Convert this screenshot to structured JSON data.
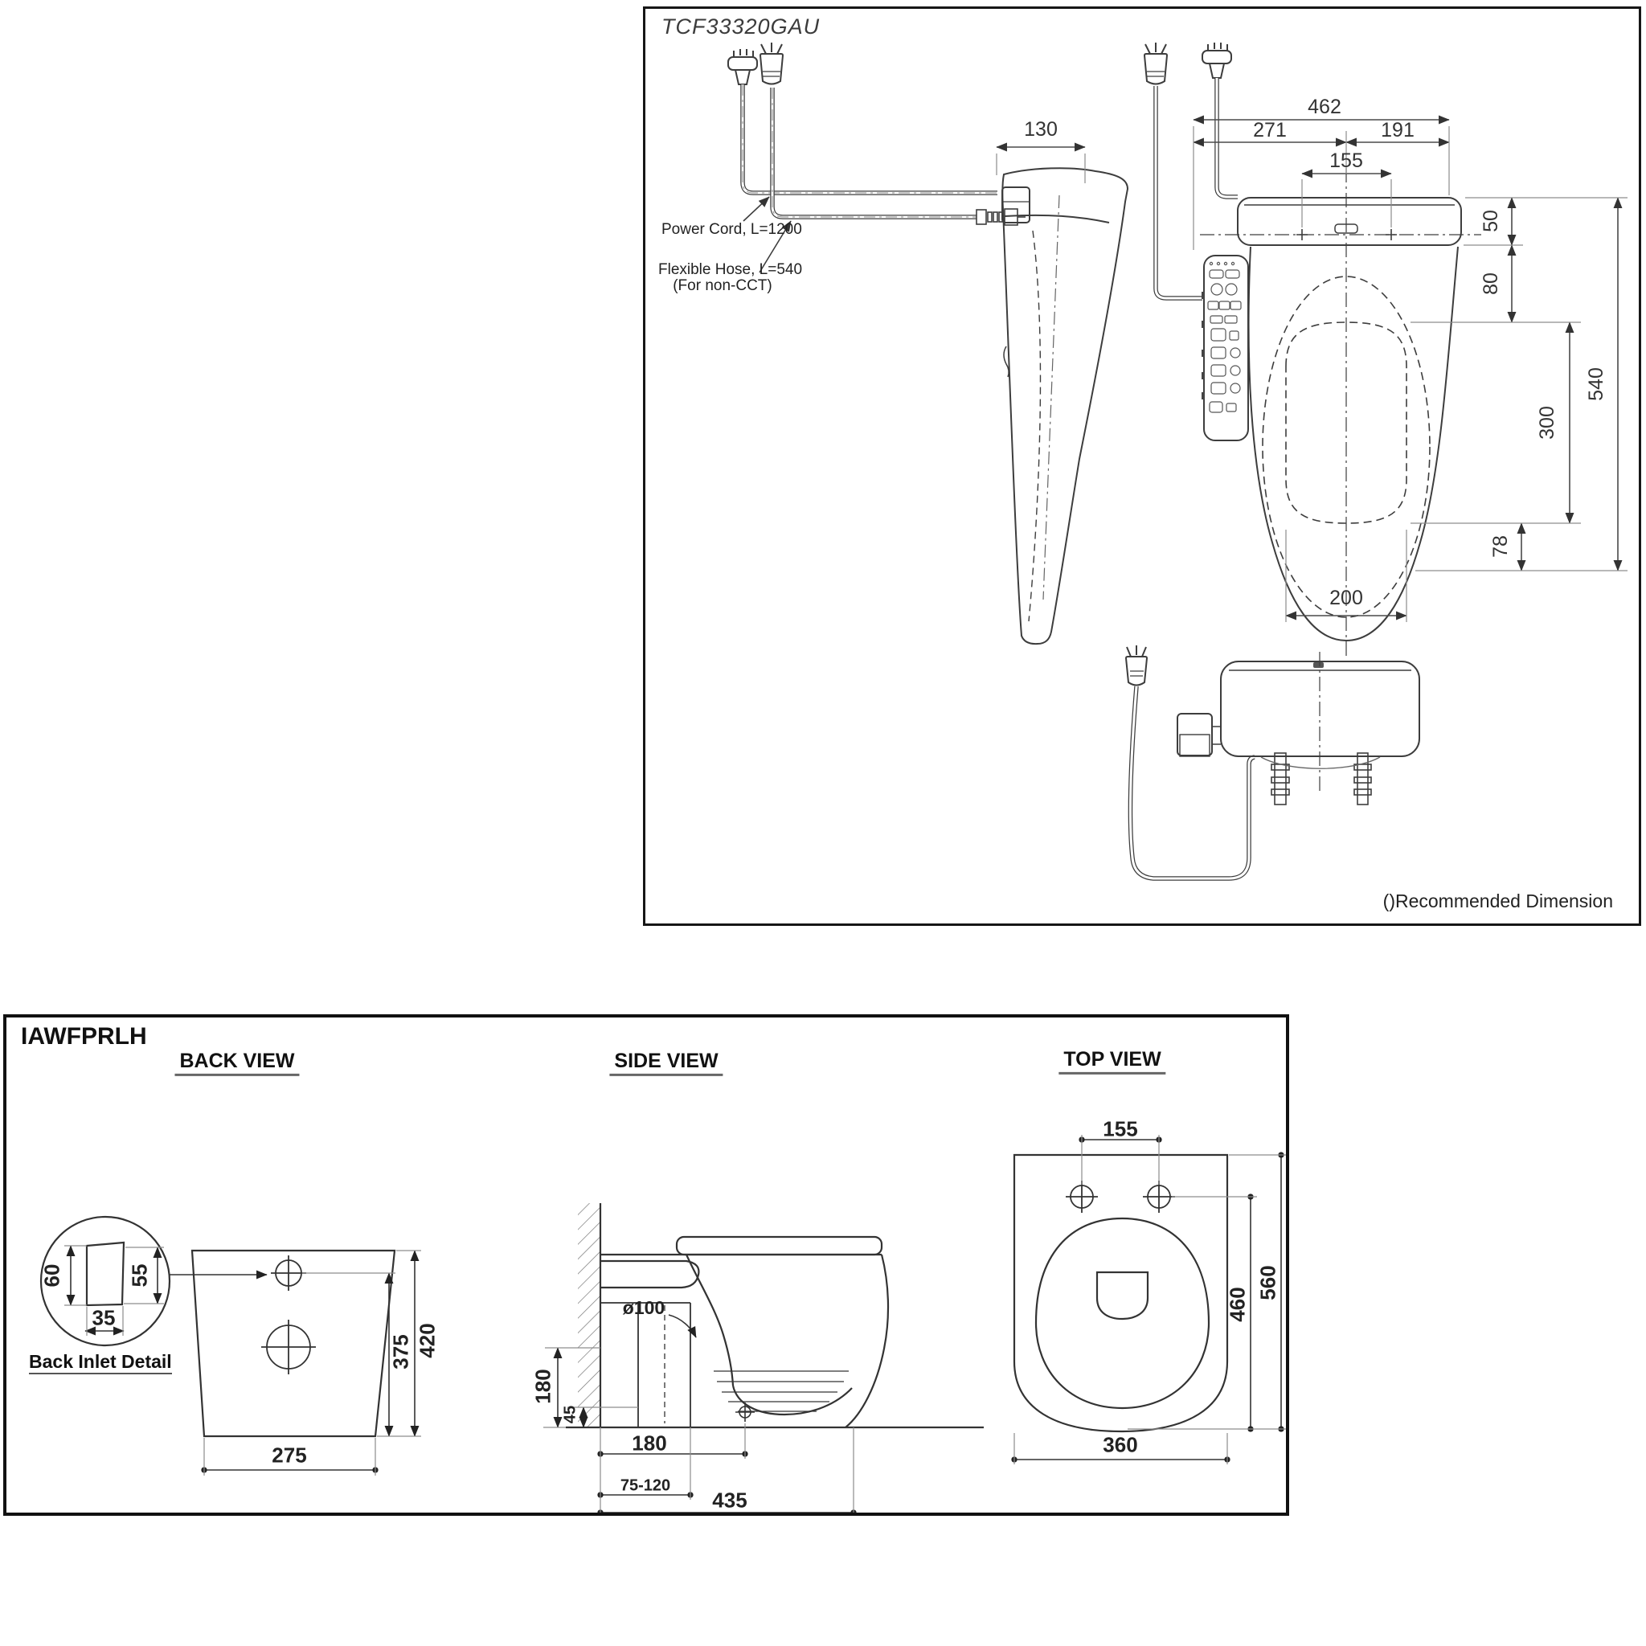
{
  "washlet_diagram": {
    "model": "TCF33320GAU",
    "callouts": {
      "power_cord": "Power Cord, L=1200",
      "flexible_hose_line1": "Flexible Hose, L=540",
      "flexible_hose_line2": "(For non-CCT)"
    },
    "footnote": "()Recommended Dimension",
    "dims": {
      "side_depth": "130",
      "overall_width": "462",
      "left_span": "271",
      "right_span": "191",
      "bolt_pitch": "155",
      "lid_depth": "50",
      "hinge_gap": "80",
      "opening_length": "300",
      "overall_length": "540",
      "front_rim": "78",
      "opening_width": "200"
    }
  },
  "pan_diagram": {
    "model": "IAWFPRLH",
    "headers": {
      "back_view": "BACK VIEW",
      "side_view": "SIDE VIEW",
      "top_view": "TOP VIEW"
    },
    "back_inlet_label": "Back Inlet Detail",
    "back_dims": {
      "inlet_outer_height": "60",
      "inlet_inner_height": "55",
      "inlet_width": "35",
      "base_width": "275",
      "inlet_height": "375",
      "overall_height": "420"
    },
    "side_dims": {
      "outlet_diameter": "ø100",
      "inlet_height_wall": "180",
      "outlet_offset": "45",
      "drain_setout": "180",
      "adjustable_range": "75-120",
      "overall_depth": "435"
    },
    "top_dims": {
      "bolt_pitch": "155",
      "bowl_length": "460",
      "overall_length": "560",
      "overall_width": "360"
    }
  }
}
